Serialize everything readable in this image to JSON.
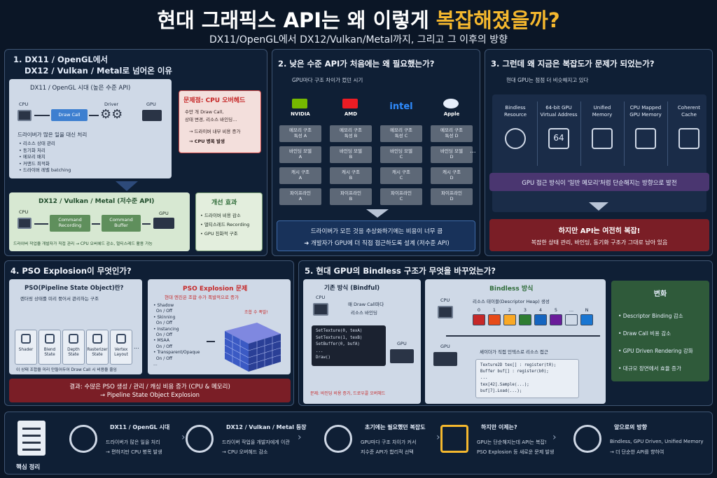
{
  "title": {
    "main": "현대 그래픽스 API는 왜 이렇게 ",
    "highlight": "복잡해졌을까?",
    "subtitle": "DX11/OpenGL에서 DX12/Vulkan/Metal까지, 그리고 그 이후의 방향"
  },
  "colors": {
    "accent": "#f5b82e",
    "red": "#7a1e26",
    "green": "#2f5a3a",
    "purple": "#4a3670"
  },
  "s1": {
    "heading1": "1. DX11 / OpenGL에서",
    "heading2": "DX12 / Vulkan / Metal로 넘어온 이유",
    "old_title": "DX11 / OpenGL 시대 (높은 수준 API)",
    "cpu": "CPU",
    "drawcall": "Draw Call",
    "driver": "Driver",
    "gpu": "GPU",
    "driver_work_title": "드라이버가 많은 일을 대신 처리",
    "driver_work": [
      "• 리소스 상태 관리",
      "• 동기화 처리",
      "• 메모리 배치",
      "• 커맨드 최적화",
      "• 드라이버 레벨 batching"
    ],
    "problem_title": "문제점: CPU 오버헤드",
    "problem_lines": [
      "수만 개 Draw Call,",
      "상태 변경, 리소스 바인딩..."
    ],
    "problem_arrow1": "→ 드라이버 내부 비용 증가",
    "problem_arrow2": "→ CPU 병목 발생",
    "new_title": "DX12 / Vulkan / Metal (저수준 API)",
    "cpu2": "CPU",
    "cmd_rec": "Command\nRecording",
    "cmd_buf": "Command\nBuffer",
    "gpu2": "GPU",
    "new_note": "드라이버 작업을 개발자가 직접 관리 → CPU 오버헤드 감소, 멀티스레드 활용 가능",
    "effect_title": "개선 효과",
    "effects": [
      "• 드라이버 비용 감소",
      "• 멀티스레드 Recording",
      "• GPU 친화적 구조"
    ]
  },
  "s2": {
    "heading": "2. 낮은 수준 API가 처음에는 왜 필요했는가?",
    "sub": "GPU마다 구조 차이가 컸던 시기",
    "vendors": [
      "NVIDIA",
      "AMD",
      "intel",
      "Apple"
    ],
    "rows": [
      [
        "메모리 구조\n특성 A",
        "메모리 구조\n특성 B",
        "메모리 구조\n특성 C",
        "메모리 구조\n특성 D"
      ],
      [
        "바인딩 모델\nA",
        "바인딩 모델\nB",
        "바인딩 모델\nC",
        "바인딩 모델\nD"
      ],
      [
        "캐시 구조\nA",
        "캐시 구조\nB",
        "캐시 구조\nC",
        "캐시 구조\nD"
      ],
      [
        "파이프라인\nA",
        "파이프라인\nB",
        "파이프라인\nC",
        "파이프라인\nD"
      ]
    ],
    "ellipsis": "...",
    "bottom1": "드라이버가 모든 것을 추상화하기에는 비용이 너무 큼",
    "bottom2": "➜ 개발자가 GPU에 더 직접 접근하도록 설계 (저수준 API)"
  },
  "s3": {
    "heading": "3. 그런데 왜 지금은 복잡도가 문제가 되었는가?",
    "sub": "현대 GPU는 점점 더 비슷해지고 있다",
    "features": [
      "Bindless\nResource",
      "64-bit GPU\nVirtual Address",
      "Unified\nMemory",
      "CPU Mapped\nGPU Memory",
      "Coherent\nCache"
    ],
    "num64": "64",
    "purple": "GPU 접근 방식이 '일반 메모리'처럼 단순해지는 방향으로 발전",
    "red1": "하지만 API는 여전히 복잡!",
    "red2": "복잡한 상태 관리, 바인딩, 동기화 구조가 그대로 남아 있음"
  },
  "s4": {
    "heading": "4. PSO Explosion이 무엇인가?",
    "pso_title": "PSO(Pipeline State Object)란?",
    "pso_sub": "렌더링 상태를 미리 묶어서 관리하는 구조",
    "states": [
      "Shader",
      "Blend\nState",
      "Depth\nState",
      "Rasterizer\nState",
      "Vertex\nLayout"
    ],
    "ellipsis": "...",
    "pso_note": "이 상태 조합을 미리 만들어두어 Draw Call 시 비용을 줄임",
    "exp_title": "PSO Explosion 문제",
    "exp_sub": "현대 엔진은 조합 수가 폭발적으로 증가",
    "options": [
      "• Shadow",
      "  On / Off",
      "• Skinning",
      "  On / Off",
      "• Instancing",
      "  On / Off",
      "• MSAA",
      "  On / Off",
      "• Transparent/Opaque",
      "  On / Off",
      "..."
    ],
    "combo": "조합 수 폭발!",
    "result1": "결과: 수많은 PSO 생성 / 관리 / 캐싱 비용 증가 (CPU & 메모리)",
    "result2": "→ Pipeline State Object Explosion"
  },
  "s5": {
    "heading": "5. 현대 GPU의 Bindless 구조가 무엇을 바꾸었는가?",
    "old_title": "기존 방식 (Bindful)",
    "cpu": "CPU",
    "old_desc": [
      "매 Draw Call마다",
      "리소스 바인딩"
    ],
    "code_old": [
      "SetTexture(0, texA)",
      "SetTexture(1, texB)",
      "SetBuffer(0, bufA)",
      "...",
      "Draw()"
    ],
    "gpu": "GPU",
    "old_problem": "문제: 바인딩 비용 증가, 드로우콜 오버헤드",
    "new_title": "Bindless 방식",
    "heap_label": "리소스 테이블(Descriptor Heap) 생성",
    "heap_idx": [
      "0",
      "1",
      "2",
      "3",
      "4",
      "5",
      "...",
      "N"
    ],
    "cpu2": "CPU",
    "gpu2": "GPU",
    "shader_label": "셰이더가 직접 인덱스로 리소스 접근",
    "code_new": [
      "Texture2D tex[] : register(t0);",
      "Buffer buf[]    : register(b0);",
      "...",
      "tex[42].Sample(...);",
      "buf[7].Load(...);"
    ],
    "change_title": "변화",
    "changes": [
      "• Descriptor Binding 감소",
      "• Draw Call 비용 감소",
      "• GPU Driven Rendering 강화",
      "• 대규모 장면에서 효율 증가"
    ]
  },
  "summary": {
    "label": "핵심 정리",
    "items": [
      {
        "title": "DX11 / OpenGL 시대",
        "l1": "드라이버가 많은 일을 처리",
        "l2": "→ 편하지만 CPU 병목 발생"
      },
      {
        "title": "DX12 / Vulkan / Metal 등장",
        "l1": "드라이버 작업을 개발자에게 이관",
        "l2": "→ CPU 오버헤드 감소"
      },
      {
        "title": "초기에는 필요했던 복잡도",
        "l1": "GPU마다 구조 차이가 커서",
        "l2": "저수준 API가 합리적 선택"
      },
      {
        "title": "하지만 이제는?",
        "l1": "GPU는 단순해지는데 API는 복잡!",
        "l2": "PSO Explosion 등 새로운 문제 발생"
      },
      {
        "title": "앞으로의 방향",
        "l1": "Bindless, GPU Driven, Unified Memory",
        "l2": "→ 더 단순한 API를 향하여"
      }
    ]
  }
}
